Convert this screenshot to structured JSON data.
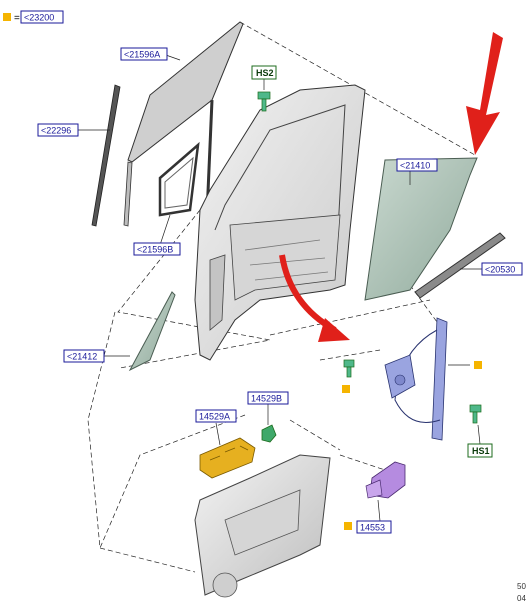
{
  "legend": {
    "marker_color": "#f5b400",
    "equals": "=",
    "code": "<23200"
  },
  "callouts": {
    "c21596A": "<21596A",
    "c22296": "<22296",
    "c21596B": "<21596B",
    "c21410": "<21410",
    "c20530": "<20530",
    "c21412": "<21412",
    "c14529A": "14529A",
    "c14529B": "14529B",
    "c14553": "14553",
    "hs2": "HS2",
    "hs1": "HS1"
  },
  "footer": {
    "line1": "50",
    "line2": "04"
  },
  "colors": {
    "label_blue": "#1a1a9a",
    "label_green": "#1c6b1c",
    "arrow_red": "#e0201a",
    "marker_yellow": "#f5b400",
    "glass": "#a9c0b3",
    "door_grey": "#e6e6e6",
    "regulator": "#9aa4e0",
    "motor": "#b58be0",
    "switch": "#e6b020"
  }
}
